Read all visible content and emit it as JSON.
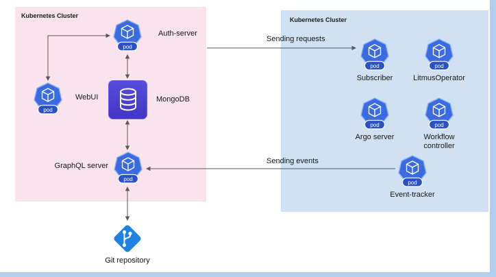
{
  "diagram": {
    "clusters": [
      {
        "id": "control_plane",
        "label": "Kubernetes Cluster"
      },
      {
        "id": "execution_plane",
        "label": "Kubernetes Cluster"
      }
    ],
    "pod_badge": "pod",
    "nodes": {
      "auth_server": {
        "label": "Auth-server",
        "type": "pod"
      },
      "webui": {
        "label": "WebUI",
        "type": "pod"
      },
      "mongodb": {
        "label": "MongoDB",
        "type": "database"
      },
      "graphql_server": {
        "label": "GraphQL server",
        "type": "pod"
      },
      "subscriber": {
        "label": "Subscriber",
        "type": "pod"
      },
      "litmus_operator": {
        "label": "LitmusOperator",
        "type": "pod"
      },
      "argo_server": {
        "label": "Argo server",
        "type": "pod"
      },
      "workflow_controller": {
        "label": "Workflow controller",
        "type": "pod"
      },
      "event_tracker": {
        "label": "Event-tracker",
        "type": "pod"
      },
      "git_repository": {
        "label": "Git repository",
        "type": "git"
      }
    },
    "edges": [
      {
        "from": "webui",
        "to": "auth_server",
        "bidirectional": true,
        "label": ""
      },
      {
        "from": "auth_server",
        "to": "mongodb",
        "bidirectional": true,
        "label": ""
      },
      {
        "from": "mongodb",
        "to": "graphql_server",
        "bidirectional": true,
        "label": ""
      },
      {
        "from": "graphql_server",
        "to": "git_repository",
        "bidirectional": true,
        "label": ""
      },
      {
        "from": "control_plane",
        "to": "subscriber",
        "bidirectional": false,
        "label": "Sending requests"
      },
      {
        "from": "event_tracker",
        "to": "graphql_server",
        "bidirectional": false,
        "label": "Sending events"
      }
    ]
  },
  "colors": {
    "control_cluster_fill": "#fbe3ed",
    "execution_cluster_fill": "#cfe1f3",
    "pod_fill": "#3b6be0",
    "pod_stroke": "#8ab0f5",
    "pod_badge_fill": "#2a52c2",
    "mongodb_fill": "#574ddc",
    "git_fill": "#1f82e0",
    "arrow": "#595959",
    "edge_bar": "#b3cdec"
  }
}
